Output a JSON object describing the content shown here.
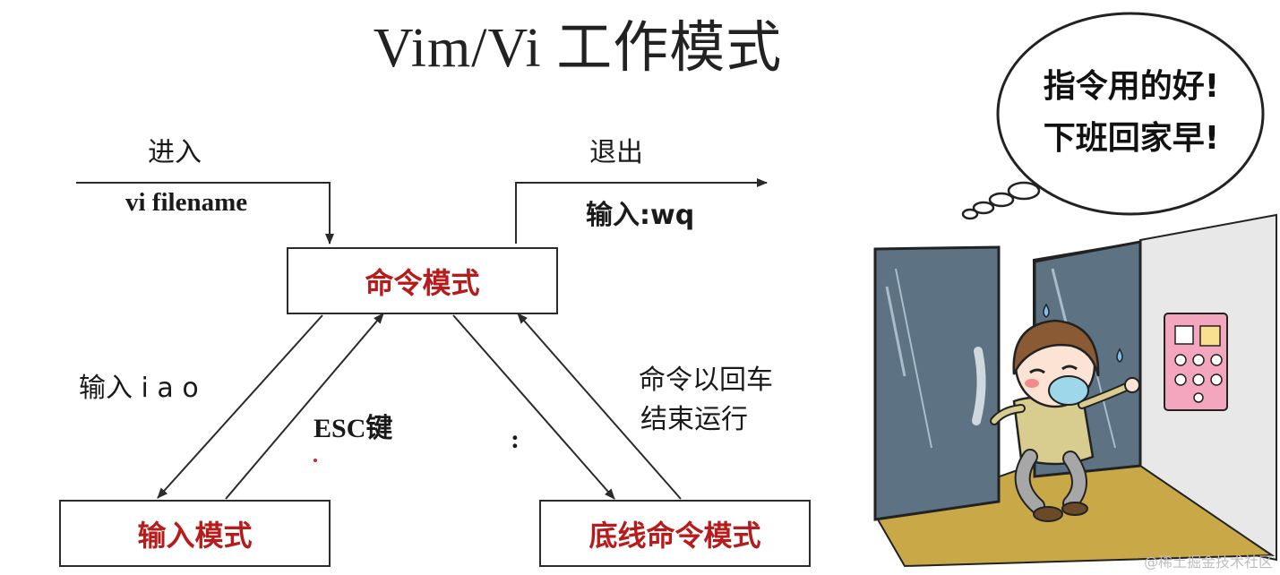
{
  "title": "Vim/Vi 工作模式",
  "modes": {
    "command": "命令模式",
    "insert": "输入模式",
    "last_line": "底线命令模式"
  },
  "labels": {
    "enter": "进入",
    "enter_cmd": "vi filename",
    "exit": "退出",
    "exit_cmd": "输入:wq",
    "to_insert": "输入 i a o",
    "esc": "ESC键",
    "colon": ":",
    "back_line1": "命令以回车",
    "back_line2": "结束运行"
  },
  "bubble": {
    "line1": "指令用的好!",
    "line2": "下班回家早!"
  },
  "watermark": "@稀土掘金技术社区",
  "colors": {
    "mode_text": "#b71c1c",
    "line": "#2b2b2b"
  }
}
